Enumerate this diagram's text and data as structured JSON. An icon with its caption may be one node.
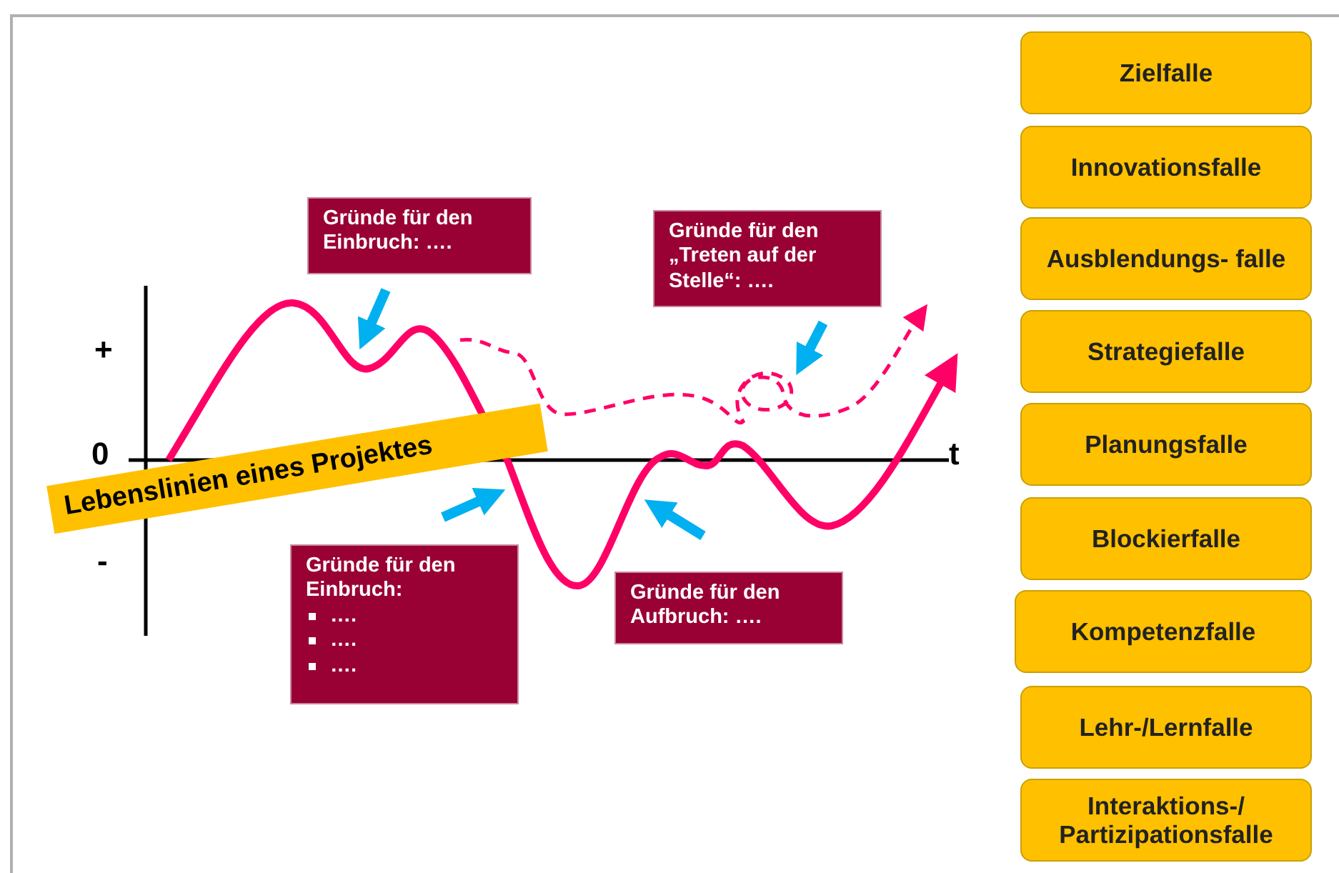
{
  "diagram": {
    "nodes": [
      {
        "text": [
          "Gründe für den Einbruch: …."
        ]
      },
      {
        "text": [
          "Gründe für den „Treten auf der Stelle“: …."
        ]
      },
      {
        "text": [
          "Lebenslinien eines Projektes"
        ]
      },
      {
        "text": [
          "Gründe für den Einbruch:",
          "….",
          "….",
          "…."
        ]
      },
      {
        "text": [
          "Gründe für den Aufbruch: …."
        ]
      },
      {
        "text": [
          "Zielfalle"
        ]
      },
      {
        "text": [
          "Innovationsfalle"
        ]
      },
      {
        "text": [
          "Ausblendungs- falle"
        ]
      },
      {
        "text": [
          "Strategiefalle"
        ]
      },
      {
        "text": [
          "Planungsfalle"
        ]
      },
      {
        "text": [
          "Blockierfalle"
        ]
      },
      {
        "text": [
          "Kompetenzfalle"
        ]
      },
      {
        "text": [
          "Lehr-/Lernfalle"
        ]
      },
      {
        "text": [
          "Interaktions-/ Partizipationsfalle"
        ]
      }
    ],
    "labels": [
      "+",
      "0",
      "-",
      "t"
    ]
  }
}
